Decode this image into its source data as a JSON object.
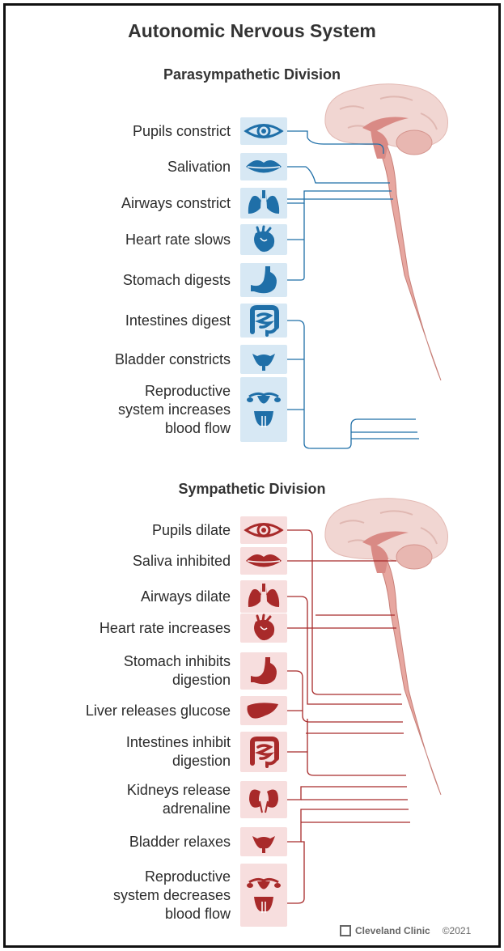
{
  "title": "Autonomic Nervous System",
  "parasympathetic": {
    "heading": "Parasympathetic Division",
    "color": "#1f6fa8",
    "items": [
      {
        "lines": [
          "Pupils constrict"
        ],
        "icon": "eye-icon"
      },
      {
        "lines": [
          "Salivation"
        ],
        "icon": "lips-icon"
      },
      {
        "lines": [
          "Airways constrict"
        ],
        "icon": "lungs-icon"
      },
      {
        "lines": [
          "Heart rate slows"
        ],
        "icon": "heart-icon"
      },
      {
        "lines": [
          "Stomach digests"
        ],
        "icon": "stomach-icon"
      },
      {
        "lines": [
          "Intestines digest"
        ],
        "icon": "intestines-icon"
      },
      {
        "lines": [
          "Bladder constricts"
        ],
        "icon": "bladder-icon"
      },
      {
        "lines": [
          "Reproductive",
          "system increases",
          "blood flow"
        ],
        "icon": "reproductive-icon"
      }
    ]
  },
  "sympathetic": {
    "heading": "Sympathetic Division",
    "color": "#a82a2a",
    "items": [
      {
        "lines": [
          "Pupils dilate"
        ],
        "icon": "eye-icon"
      },
      {
        "lines": [
          "Saliva inhibited"
        ],
        "icon": "lips-icon"
      },
      {
        "lines": [
          "Airways dilate"
        ],
        "icon": "lungs-icon"
      },
      {
        "lines": [
          "Heart rate increases"
        ],
        "icon": "heart-icon"
      },
      {
        "lines": [
          "Stomach inhibits",
          "digestion"
        ],
        "icon": "stomach-icon"
      },
      {
        "lines": [
          "Liver releases glucose"
        ],
        "icon": "liver-icon"
      },
      {
        "lines": [
          "Intestines inhibit",
          "digestion"
        ],
        "icon": "intestines-icon"
      },
      {
        "lines": [
          "Kidneys release",
          "adrenaline"
        ],
        "icon": "kidneys-icon"
      },
      {
        "lines": [
          "Bladder relaxes"
        ],
        "icon": "bladder-icon"
      },
      {
        "lines": [
          "Reproductive",
          "system decreases",
          "blood flow"
        ],
        "icon": "reproductive-icon"
      }
    ]
  },
  "footer": {
    "brand": "Cleveland Clinic",
    "copyright": "©2021"
  }
}
